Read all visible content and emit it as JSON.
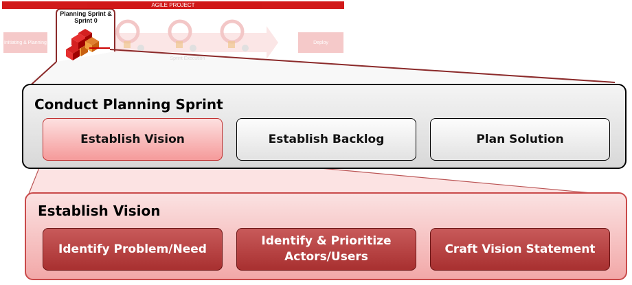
{
  "header": {
    "project_label": "AGILE PROJECT",
    "phase_initiating": "Initiating & Planning",
    "phase_sprint0": "Planning Sprint & Sprint 0",
    "phase_sprint_execution": "Sprint Execution",
    "phase_deploy": "Deploy"
  },
  "planning_sprint": {
    "title": "Conduct Planning Sprint",
    "steps": [
      "Establish Vision",
      "Establish Backlog",
      "Plan Solution"
    ]
  },
  "establish_vision": {
    "title": "Establish Vision",
    "steps": [
      "Identify Problem/Need",
      "Identify & Prioritize Actors/Users",
      "Craft Vision Statement"
    ]
  },
  "colors": {
    "accent_red": "#cc0000",
    "highlight_pink": "#f59a9a",
    "dark_red": "#a83030",
    "connector": "#8b2a2a"
  }
}
